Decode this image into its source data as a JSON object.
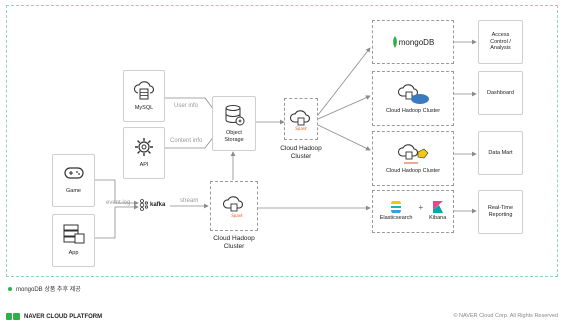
{
  "nodes": {
    "game": "Game",
    "app": "App",
    "mysql": "MySQL",
    "api": "API",
    "object_storage": "Object\nStorage",
    "hadoop_top": "Cloud Hadoop\nCluster",
    "hadoop_bottom": "Cloud Hadoop\nCluster",
    "mongodb": "mongoDB",
    "hadoop_r2": "Cloud Hadoop Cluster",
    "hadoop_r3": "Cloud Hadoop Cluster",
    "elasticsearch": "Elasticsearch",
    "kibana": "Kibana",
    "access": "Access\nControl /\nAnalysis",
    "dashboard": "Dashboard",
    "datamart": "Data Mart",
    "realtime": "Real-Time\nReporting",
    "kafka": "kafka",
    "spark": "Spark",
    "plus": "+"
  },
  "edges": {
    "user_info": "User info",
    "content_info": "Content info",
    "event_log": "event log",
    "stream": "stream"
  },
  "footer": {
    "note": "mongoDB 상품 추후 제공",
    "brand": "NAVER CLOUD PLATFORM",
    "copyright": "© NAVER Cloud Corp. All Rights Reserved"
  },
  "colors": {
    "accent": "#2fb14a",
    "frame": "#8fd3c4",
    "arrow": "#8a8a8a",
    "elephant": "#3a7bbf"
  }
}
